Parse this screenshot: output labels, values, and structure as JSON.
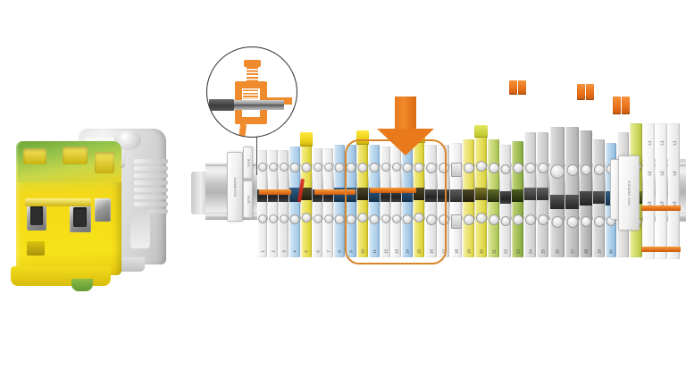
{
  "scene": {
    "title": "DIN rail terminal block assembly with screw-clamp detail",
    "background_color": "#ffffff"
  },
  "product_photo": {
    "name": "terminal-block-product-photo",
    "items": [
      {
        "name": "pe-ground-terminal",
        "color_primary": "#f3dc1b",
        "color_secondary": "#7cb342",
        "description": "green-yellow protective earth terminal block"
      },
      {
        "name": "grey-feed-through-terminal",
        "color_primary": "#d8d8d8",
        "description": "grey feed-through terminal block"
      }
    ]
  },
  "inset": {
    "name": "screw-clamp-detail-circle",
    "mechanism_color": "#ef8b2c",
    "wire_color": "#8d8d8d",
    "sheath_color": "#4a4a4a",
    "border_color": "#2b2b2b"
  },
  "arrow": {
    "name": "pointer-arrow",
    "direction": "down",
    "color": "#e87a1c"
  },
  "highlight_box": {
    "name": "highlight-region",
    "color": "#d9862a",
    "shape": "rounded-rectangle"
  },
  "rail": {
    "name": "din-rail",
    "color": "#c9c9c9"
  },
  "end_brackets": [
    {
      "name": "end-bracket-left",
      "text": "SCHROFF"
    },
    {
      "name": "end-bracket-right",
      "text": "SNK SERIES"
    }
  ],
  "marker_strips": [
    {
      "name": "marker-strip-left-a",
      "text": "SNK"
    },
    {
      "name": "marker-strip-left-b",
      "text": "SNK"
    }
  ],
  "terminal_blocks": [
    {
      "num": "1",
      "color": "#f2f2f2",
      "kind": "feed-through"
    },
    {
      "num": "2",
      "color": "#f2f2f2",
      "kind": "feed-through"
    },
    {
      "num": "3",
      "color": "#e8e8e8",
      "kind": "feed-through"
    },
    {
      "num": "4",
      "color": "#bcd9ef",
      "kind": "neutral"
    },
    {
      "num": "5",
      "color": "#f2e34a",
      "kind": "fused"
    },
    {
      "num": "6",
      "color": "#e8e8e8",
      "kind": "feed-through"
    },
    {
      "num": "7",
      "color": "#eeeeee",
      "kind": "feed-through"
    },
    {
      "num": "8",
      "color": "#bcd9ef",
      "kind": "neutral"
    },
    {
      "num": "9",
      "color": "#bcd9ef",
      "kind": "neutral"
    },
    {
      "num": "10",
      "color": "#f2e34a",
      "kind": "fused"
    },
    {
      "num": "11",
      "color": "#bcd9ef",
      "kind": "neutral"
    },
    {
      "num": "12",
      "color": "#f0f0f0",
      "kind": "feed-through"
    },
    {
      "num": "13",
      "color": "#f2f2f2",
      "kind": "feed-through"
    },
    {
      "num": "14",
      "color": "#bcd9ef",
      "kind": "neutral"
    },
    {
      "num": "15",
      "color": "#f2e34a",
      "kind": "fused"
    },
    {
      "num": "16",
      "color": "#ededed",
      "kind": "feed-through"
    },
    {
      "num": "17",
      "color": "#ededed",
      "kind": "feed-through"
    },
    {
      "num": "18",
      "color": "#f6f6f6",
      "kind": "feed-through"
    },
    {
      "num": "19",
      "color": "#f2e34a",
      "kind": "fused"
    },
    {
      "num": "20",
      "color": "#eae55a",
      "kind": "ground"
    },
    {
      "num": "21",
      "color": "#d5e06a",
      "kind": "ground"
    },
    {
      "num": "22",
      "color": "#e8e8e8",
      "kind": "feed-through"
    },
    {
      "num": "23",
      "color": "#9fbf55",
      "kind": "ground"
    },
    {
      "num": "24",
      "color": "#d9d9d9",
      "kind": "disconnect"
    },
    {
      "num": "25",
      "color": "#cfcfcf",
      "kind": "disconnect"
    },
    {
      "num": "26",
      "color": "#dcdcdc",
      "kind": "feed-through"
    },
    {
      "num": "27",
      "color": "#d2d2d2",
      "kind": "feed-through"
    },
    {
      "num": "28",
      "color": "#b8b8b8",
      "kind": "test-disconnect"
    },
    {
      "num": "29",
      "color": "#c8c8c8",
      "kind": "test-disconnect"
    },
    {
      "num": "30",
      "color": "#bcd9ef",
      "kind": "neutral"
    }
  ],
  "phase_labels": [
    "L1",
    "L2",
    "L3"
  ],
  "colors": {
    "accent_orange": "#e87a1c",
    "highlight_orange": "#d9862a",
    "lever_orange": "#e8701a",
    "rail_grey": "#c9c9c9",
    "ground_green": "#7cb342",
    "ground_yellow": "#f3dc1b",
    "neutral_blue": "#bcd9ef",
    "fuse_yellow": "#f2e34a"
  }
}
